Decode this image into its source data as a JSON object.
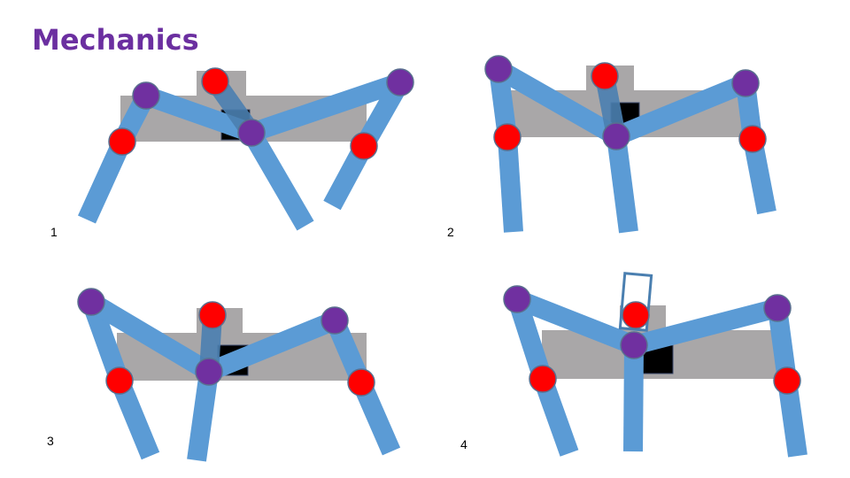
{
  "title": "Mechanics",
  "colors": {
    "title": "#6b2fa0",
    "body": "#a9a7a8",
    "slot": "#000000",
    "leg": "#5b9bd5",
    "leg_stroke": "#4a7fb0",
    "joint_knee": "#ff0000",
    "joint_hip": "#7030a0",
    "joint_stroke": "#5a6f8f"
  },
  "panels": [
    {
      "label": "1"
    },
    {
      "label": "2"
    },
    {
      "label": "3"
    },
    {
      "label": "4"
    }
  ]
}
